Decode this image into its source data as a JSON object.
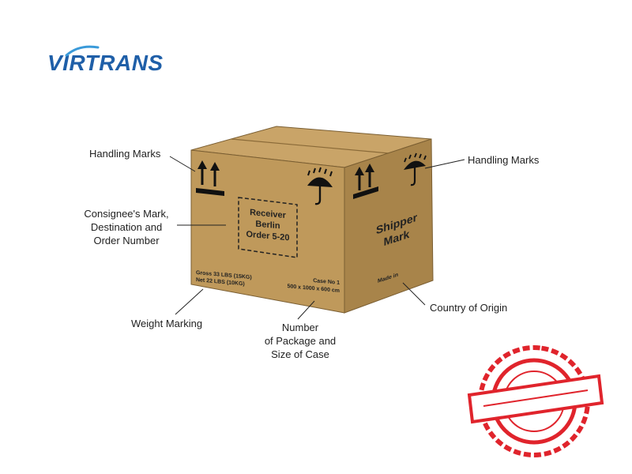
{
  "logo": {
    "text": "VIRTRANS",
    "color": "#1f5fa8"
  },
  "box": {
    "front_text": {
      "receiver": "Receiver",
      "city": "Berlin",
      "order": "Order 5-20",
      "gross": "Gross 33 LBS (15KG)",
      "net": "Net 22 LBS (10KG)",
      "case_no": "Case No 1",
      "dimensions": "500 x 1000 x 600 cm"
    },
    "side_text": {
      "shipper_line1": "Shipper",
      "shipper_line2": "Mark",
      "made_in": "Made in"
    },
    "colors": {
      "top": "#c9a468",
      "front": "#bf995b",
      "side": "#a8844a",
      "outline": "#7a5e32"
    }
  },
  "labels": {
    "handling_left": "Handling Marks",
    "handling_right": "Handling Marks",
    "consignee_line1": "Consignee's Mark,",
    "consignee_line2": "Destination and",
    "consignee_line3": "Order Number",
    "weight": "Weight Marking",
    "package_line1": "Number",
    "package_line2": "of Package and",
    "package_line3": "Size of Case",
    "origin": "Country of Origin"
  },
  "stamp": {
    "color": "#e0242c"
  }
}
